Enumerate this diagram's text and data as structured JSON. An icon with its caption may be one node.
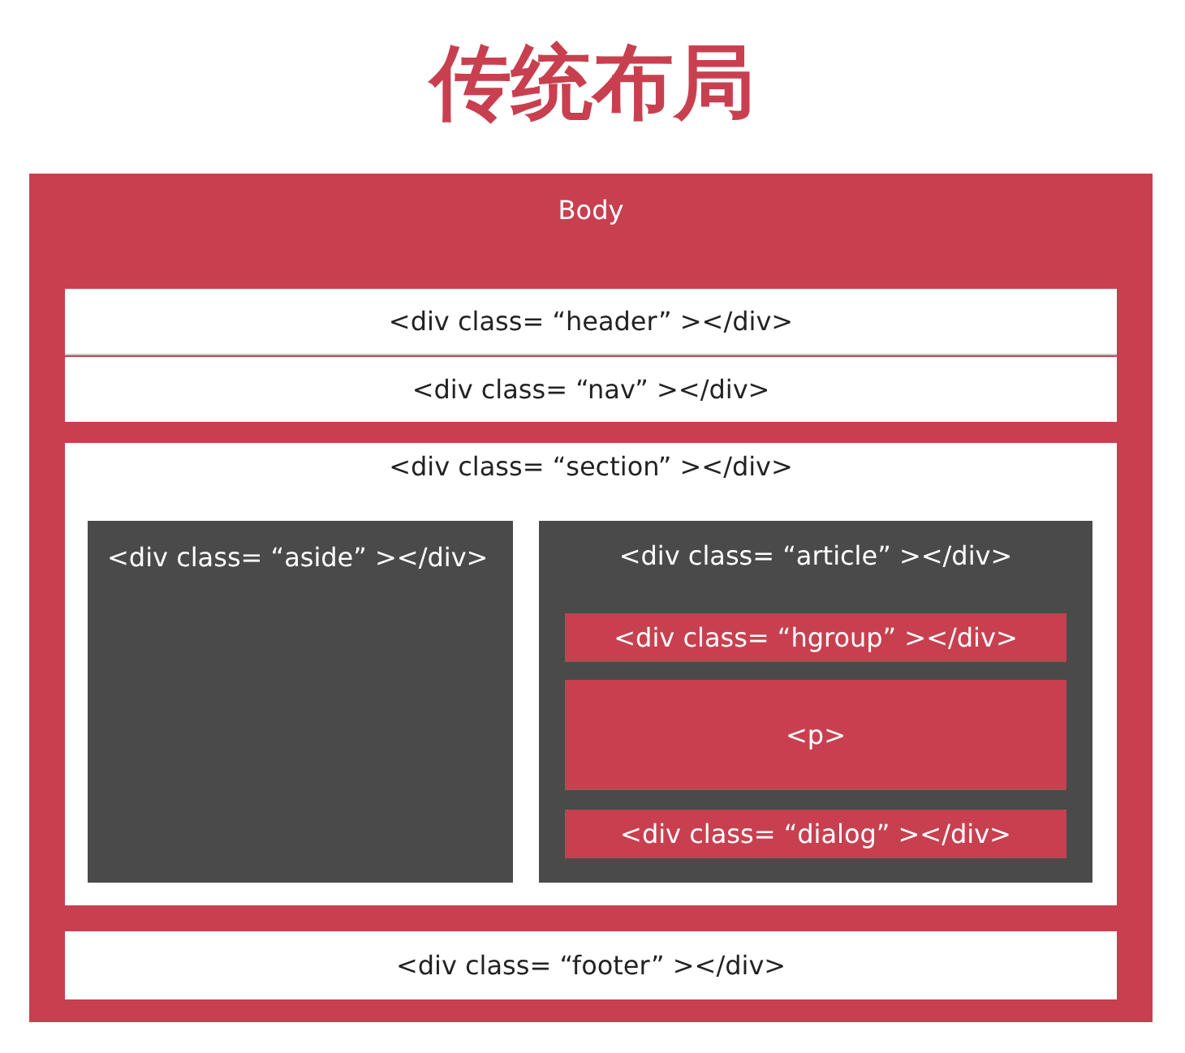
{
  "diagram": {
    "title": "传统布局",
    "nodes": [
      {
        "text": [
          "Body"
        ]
      },
      {
        "text": [
          "<div class= “header” ></div>"
        ],
        "in": 0
      },
      {
        "text": [
          "<div class= “nav” ></div>"
        ],
        "in": 0
      },
      {
        "text": [
          "<div class= “section” ></div>"
        ],
        "in": 0
      },
      {
        "text": [
          "<div class= “aside” ></div>"
        ],
        "in": 3
      },
      {
        "text": [
          "<div class= “article” ></div>"
        ],
        "in": 3
      },
      {
        "text": [
          "<div class= “hgroup” ></div>"
        ],
        "in": 5
      },
      {
        "text": [
          "<p>"
        ],
        "in": 5
      },
      {
        "text": [
          "<div class= “dialog” ></div>"
        ],
        "in": 5
      },
      {
        "text": [
          "<div class= “footer” ></div>"
        ],
        "in": 0
      }
    ]
  }
}
